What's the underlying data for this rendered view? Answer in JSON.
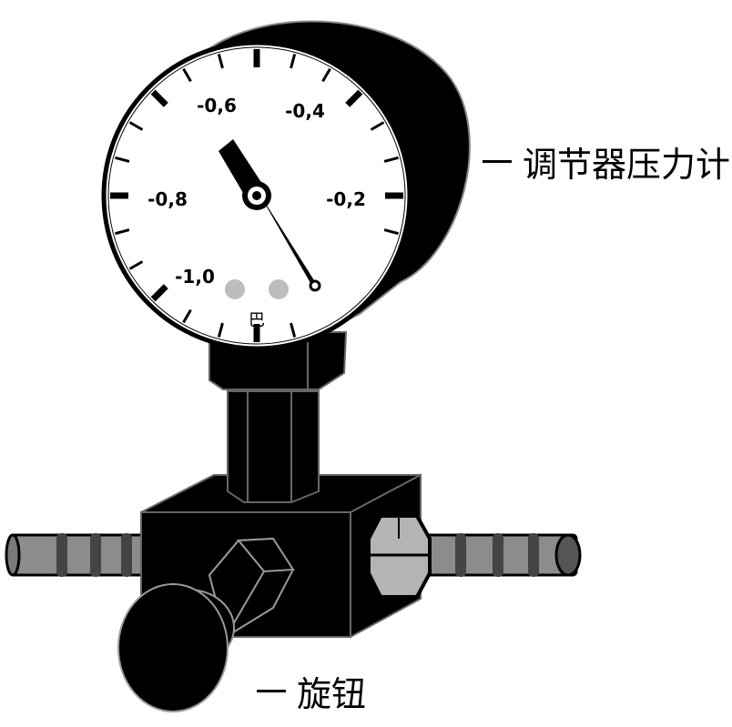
{
  "gauge": {
    "scale_labels": [
      "-0,6",
      "-0,4",
      "-0,8",
      "-0,2",
      "-1,0"
    ],
    "unit": "巴"
  },
  "labels": {
    "regulator_gauge": "调节器压力计",
    "knob": "旋钮"
  },
  "colors": {
    "outline": "#000000",
    "hose_gray": "#8c8c8c",
    "hose_ring_dark": "#444444",
    "nut_gray": "#b4b4b4",
    "dot_gray": "#bdbdbd",
    "dial_face": "#ffffff"
  }
}
